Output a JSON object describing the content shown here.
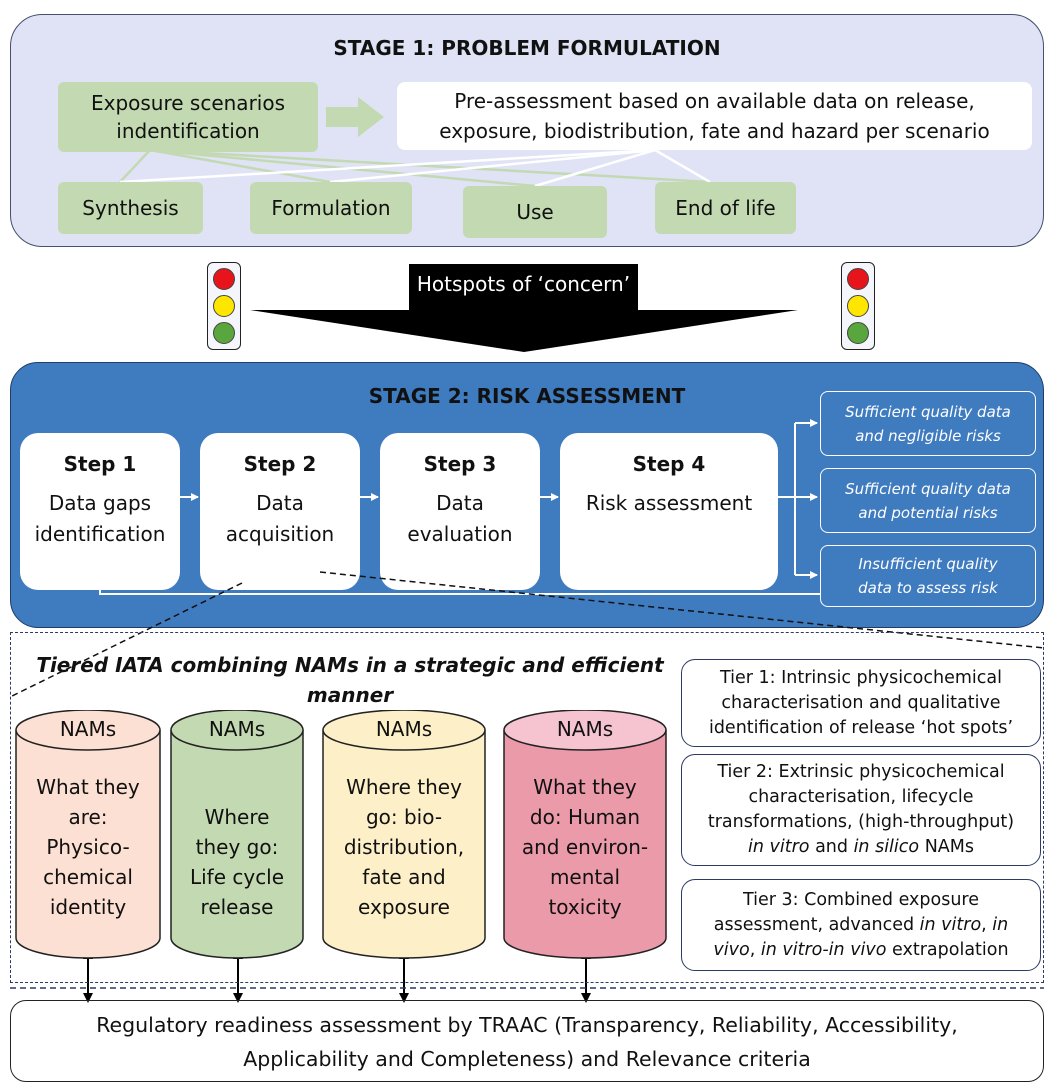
{
  "stage1": {
    "title": "STAGE 1: PROBLEM FORMULATION",
    "exposure_box": "Exposure scenarios indentification",
    "preassessment_line1": "Pre-assessment based on available data on release,",
    "preassessment_line2": "exposure, biodistribution, fate and hazard per scenario",
    "scenarios": [
      "Synthesis",
      "Formulation",
      "Use",
      "End of life"
    ]
  },
  "hotspots_label": "Hotspots of ‘concern’",
  "traffic_light_colors": {
    "red": "#e8141b",
    "yellow": "#ffe600",
    "green": "#5aa63e"
  },
  "stage2": {
    "title": "STAGE 2: RISK ASSESSMENT",
    "steps": [
      {
        "label": "Step 1",
        "text_line1": "Data gaps",
        "text_line2": "identification"
      },
      {
        "label": "Step 2",
        "text_line1": "Data",
        "text_line2": "acquisition"
      },
      {
        "label": "Step 3",
        "text_line1": "Data",
        "text_line2": "evaluation"
      },
      {
        "label": "Step 4",
        "text_line1": "Risk assessment",
        "text_line2": ""
      }
    ],
    "outcomes": [
      {
        "line1": "Sufficient quality data",
        "line2": "and negligible risks"
      },
      {
        "line1": "Sufficient quality data",
        "line2": "and potential risks"
      },
      {
        "line1": "Insufficient quality",
        "line2": "data to assess risk"
      }
    ]
  },
  "iata": {
    "title_line1": "Tiered IATA combining NAMs in a strategic and efficient",
    "title_line2": "manner",
    "cylinders": [
      {
        "top": "NAMs",
        "lines": [
          "What they",
          "are:",
          "Physico-",
          "chemical",
          "identity"
        ],
        "color": "#fde0d4"
      },
      {
        "top": "NAMs",
        "lines": [
          "Where",
          "they go:",
          "Life cycle",
          "release"
        ],
        "color": "#c3d9b1"
      },
      {
        "top": "NAMs",
        "lines": [
          "Where they",
          "go:  bio-",
          "distribution,",
          "fate and",
          "exposure"
        ],
        "color": "#fdf0c8"
      },
      {
        "top": "NAMs",
        "lines": [
          "What they",
          "do: Human",
          "and environ-",
          "mental",
          "toxicity"
        ],
        "color": "#eb9aaa"
      }
    ],
    "tiers": [
      {
        "line1": "Tier 1: Intrinsic physicochemical",
        "line2": "characterisation and qualitative",
        "line3": "identification of release ‘hot spots’"
      },
      {
        "line1": "Tier 2: Extrinsic physicochemical",
        "line2": "characterisation, lifecycle",
        "line3": "transformations, (high-throughput)",
        "line4_a": "in vitro",
        "line4_b": " and ",
        "line4_c": "in silico",
        "line4_d": " NAMs"
      },
      {
        "line1": "Tier 3: Combined exposure",
        "line2_a": "assessment, advanced ",
        "line2_b": "in vitro",
        "line2_c": ", ",
        "line2_d": "in",
        "line3_a": "vivo",
        "line3_b": ",  ",
        "line3_c": "in vitro-in vivo",
        "line3_d": " extrapolation"
      }
    ]
  },
  "bottom": {
    "line1": "Regulatory readiness assessment by TRAAC (Transparency, Reliability, Accessibility,",
    "line2": "Applicability and Completeness) and Relevance criteria"
  }
}
